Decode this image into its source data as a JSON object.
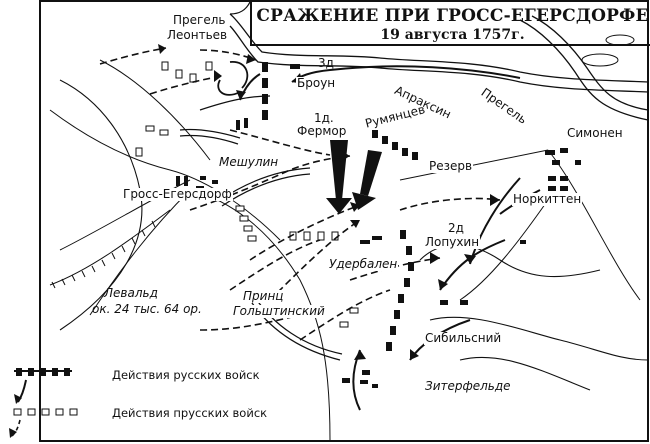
{
  "title": "СРАЖЕНИЕ ПРИ ГРОСС-ЕГЕРСДОРФЕ",
  "subtitle": "19 августа 1757г.",
  "labels": {
    "pregel_top": "Прегель",
    "leontyev": "Леонтьев",
    "zd": "3д",
    "broun": "Броун",
    "apraksin": "Апраксин",
    "pregel_right": "Прегель",
    "simonen": "Симонен",
    "d1": "1д.",
    "fermor": "Фермор",
    "rumyantsev": "Румянцев",
    "reserv": "Резерв",
    "meshulin": "Мешулин",
    "norkitten": "Норкиттен",
    "gross_egersdorf": "Гросс-Егерсдорф",
    "d2": "2д",
    "lopukhin": "Лопухин",
    "uderbalen": "Удербален",
    "levald": "Левальд",
    "levald_forces": "ок. 24 тыс. 64 ор.",
    "prints": "Принц",
    "golshtinsky": "Гольштинский",
    "sibilsky": "Сибильсний",
    "ziterfelde": "Зитерфельде"
  },
  "legend": {
    "russian": "Действия русских войск",
    "prussian": "Действия прусских войск"
  },
  "colors": {
    "ink": "#111111",
    "paper": "#ffffff"
  }
}
